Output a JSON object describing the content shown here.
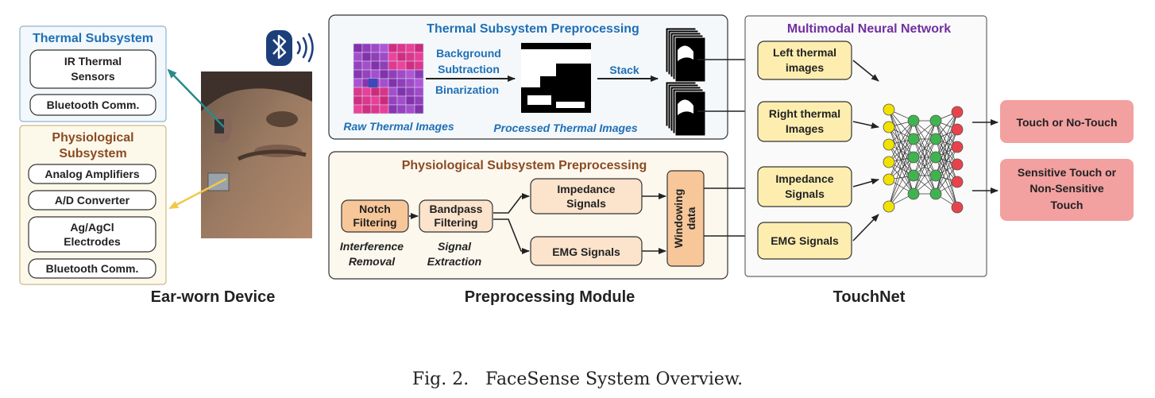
{
  "caption": "Fig. 2.   FaceSense System Overview.",
  "colors": {
    "thermal_blue": "#1f6fb5",
    "physio_brown": "#8b4a22",
    "purple": "#7030a0",
    "yellow_box": "#fdeeb0",
    "orange_box": "#f7c79a",
    "peach_box": "#fbe3cc",
    "output_red": "#f3a0a0",
    "node_yellow": "#f2e200",
    "node_green": "#3fb34f",
    "node_red": "#e8434b",
    "teal_arrow": "#2a8a8a",
    "yellow_arrow": "#f0c84a"
  },
  "device": {
    "label": "Ear-worn Device",
    "thermal": {
      "title": "Thermal Subsystem",
      "items": [
        "IR Thermal Sensors",
        "Bluetooth Comm."
      ]
    },
    "physio": {
      "title_line1": "Physiological",
      "title_line2": "Subsystem",
      "items": [
        "Analog Amplifiers",
        "A/D Converter",
        "Ag/AgCl Electrodes",
        "Bluetooth Comm."
      ]
    },
    "bluetooth_icon": "bluetooth-icon",
    "wireless_icon": "wireless-signal-icon"
  },
  "preprocessing": {
    "label": "Preprocessing Module",
    "thermal": {
      "title": "Thermal Subsystem Preprocessing",
      "raw_label": "Raw Thermal Images",
      "step_line1": "Background",
      "step_line2": "Subtraction",
      "step_line3": "Binarization",
      "processed_label": "Processed Thermal Images",
      "stack_label": "Stack"
    },
    "physio": {
      "title": "Physiological Subsystem Preprocessing",
      "notch_line1": "Notch",
      "notch_line2": "Filtering",
      "bandpass_line1": "Bandpass",
      "bandpass_line2": "Filtering",
      "notch_caption_line1": "Interference",
      "notch_caption_line2": "Removal",
      "bandpass_caption_line1": "Signal",
      "bandpass_caption_line2": "Extraction",
      "impedance_line1": "Impedance",
      "impedance_line2": "Signals",
      "emg": "EMG Signals",
      "windowing_line1": "Windowing",
      "windowing_line2": "data"
    }
  },
  "touchnet": {
    "label": "TouchNet",
    "title": "Multimodal Neural Network",
    "inputs": {
      "left_line1": "Left thermal",
      "left_line2": "images",
      "right_line1": "Right thermal",
      "right_line2": "Images",
      "impedance_line1": "Impedance",
      "impedance_line2": "Signals",
      "emg": "EMG Signals"
    },
    "outputs": {
      "touch": "Touch or No-Touch",
      "sensitive_line1": "Sensitive Touch or",
      "sensitive_line2": "Non-Sensitive",
      "sensitive_line3": "Touch"
    }
  }
}
